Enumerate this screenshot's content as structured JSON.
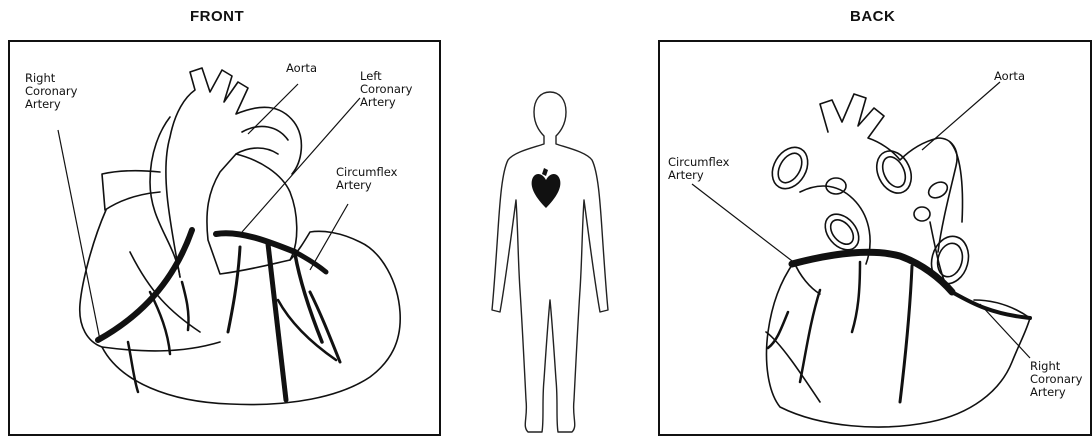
{
  "headings": {
    "front": "FRONT",
    "back": "BACK"
  },
  "front": {
    "right_coronary_artery": [
      "Right",
      "Coronary",
      "Artery"
    ],
    "aorta": "Aorta",
    "left_coronary_artery": [
      "Left",
      "Coronary",
      "Artery"
    ],
    "circumflex_artery": [
      "Circumflex",
      "Artery"
    ]
  },
  "back": {
    "aorta": "Aorta",
    "circumflex_artery": [
      "Circumflex",
      "Artery"
    ],
    "right_coronary_artery": [
      "Right",
      "Coronary",
      "Artery"
    ]
  },
  "colors": {
    "ink": "#111111",
    "background": "#ffffff"
  },
  "icons": {
    "body": "human-body-silhouette-icon",
    "heart": "heart-icon"
  }
}
